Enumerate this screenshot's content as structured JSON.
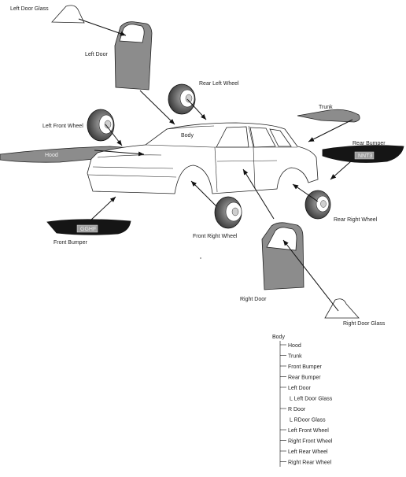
{
  "parts": {
    "left_door_glass": "Left Door Glass",
    "left_door": "Left Door",
    "rear_left_wheel": "Rear Left Wheel",
    "left_front_wheel": "Left Front Wheel",
    "body": "Body",
    "trunk": "Trunk",
    "rear_bumper": "Rear Bumper",
    "hood": "Hood",
    "rear_right_wheel": "Rear Right Wheel",
    "front_right_wheel": "Front Right Wheel",
    "front_bumper": "Front Bumper",
    "right_door": "Right Door",
    "right_door_glass": "Right Door Glass"
  },
  "plates": {
    "rear": "NNT3",
    "front": "GGHF"
  },
  "hierarchy": {
    "root": "Body",
    "items": [
      "Hood",
      "Trunk",
      "Front Bumper",
      "Rear Bumper",
      "Left Door",
      "L Left Door Glass",
      "R Door",
      "L RDoor Glass",
      "Left Front Wheel",
      "Right Front Wheel",
      "Left Rear Wheel",
      "Right Rear Wheel"
    ]
  },
  "colors": {
    "part_fill": "#8c8c8c",
    "bumper": "#151515",
    "outline": "#222222"
  }
}
